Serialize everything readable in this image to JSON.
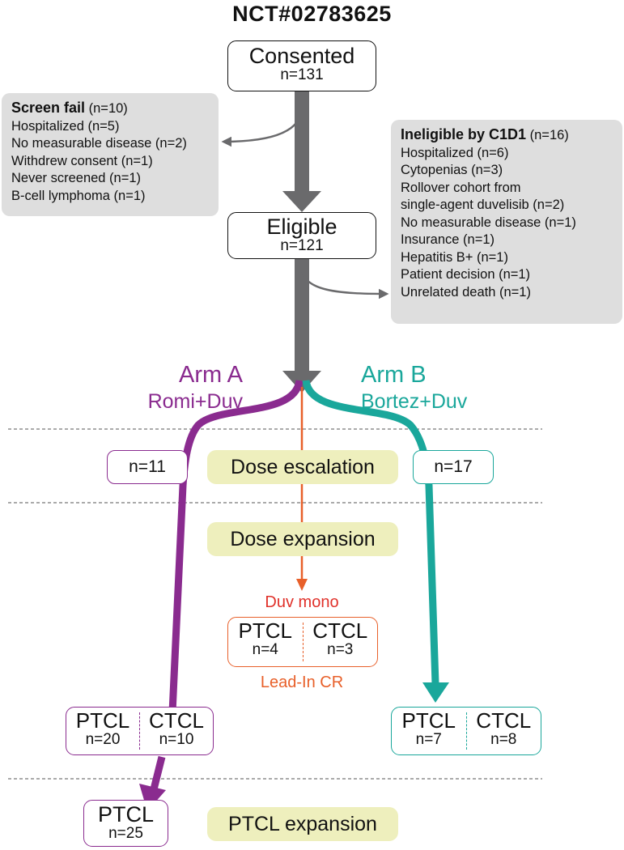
{
  "title": "NCT#02783625",
  "consented": {
    "label": "Consented",
    "count": "n=131"
  },
  "eligible": {
    "label": "Eligible",
    "count": "n=121"
  },
  "screen_fail": {
    "heading": "Screen fail",
    "heading_count": "(n=10)",
    "items": [
      "Hospitalized (n=5)",
      "No measurable disease (n=2)",
      "Withdrew consent (n=1)",
      "Never screened (n=1)",
      "B-cell lymphoma (n=1)"
    ]
  },
  "ineligible": {
    "heading": "Ineligible by C1D1",
    "heading_count": "(n=16)",
    "items": [
      "Hospitalized (n=6)",
      "Cytopenias (n=3)",
      "Rollover cohort from",
      "single-agent duvelisib (n=2)",
      "No measurable disease (n=1)",
      "Insurance (n=1)",
      "Hepatitis B+ (n=1)",
      "Patient decision (n=1)",
      "Unrelated death (n=1)"
    ]
  },
  "arm_a": {
    "title": "Arm A",
    "subtitle": "Romi+Duv",
    "escalation_count": "n=11"
  },
  "arm_b": {
    "title": "Arm B",
    "subtitle": "Bortez+Duv",
    "escalation_count": "n=17"
  },
  "phases": {
    "escalation": "Dose escalation",
    "expansion": "Dose expansion",
    "ptcl_expansion": "PTCL expansion"
  },
  "duv_mono": {
    "label": "Duv mono",
    "sublabel": "Lead-In CR",
    "left": {
      "label": "PTCL",
      "count": "n=4"
    },
    "right": {
      "label": "CTCL",
      "count": "n=3"
    }
  },
  "arm_a_expansion": {
    "left": {
      "label": "PTCL",
      "count": "n=20"
    },
    "right": {
      "label": "CTCL",
      "count": "n=10"
    }
  },
  "arm_b_expansion": {
    "left": {
      "label": "PTCL",
      "count": "n=7"
    },
    "right": {
      "label": "CTCL",
      "count": "n=8"
    }
  },
  "ptcl_final": {
    "label": "PTCL",
    "count": "n=25"
  },
  "colors": {
    "arm_a": "#8a2b8f",
    "arm_b": "#1aa79b",
    "duv_mono": "#e8602a",
    "main_flow": "#6a6a6c",
    "phase_fill": "#eeefbd",
    "note_fill": "#dedede"
  }
}
